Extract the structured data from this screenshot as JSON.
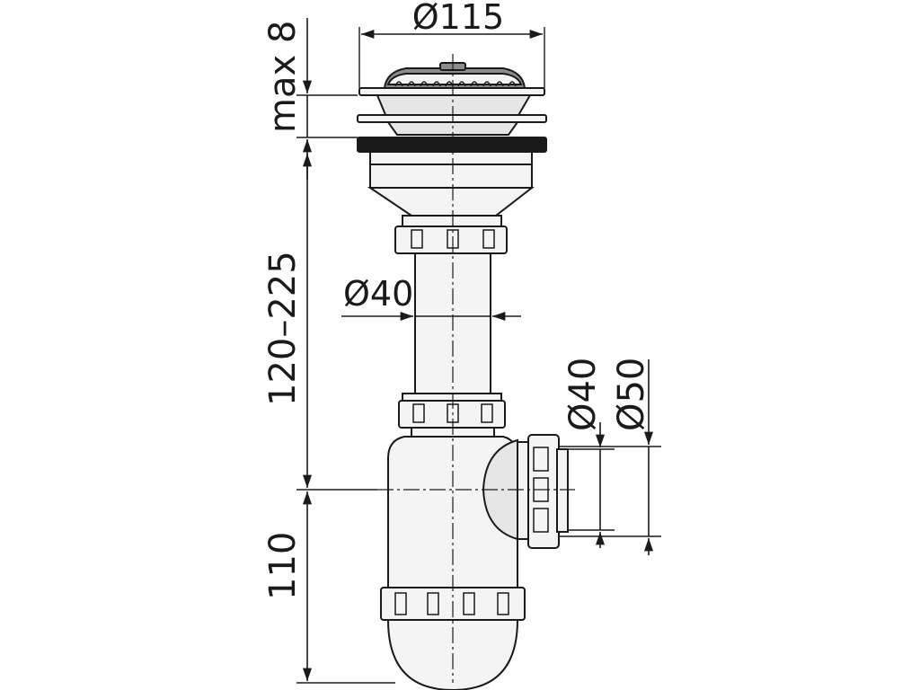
{
  "dimensions": {
    "strainer_diameter": "Ø115",
    "max_thickness": "max 8",
    "tube_height_range": "120–225",
    "tube_diameter": "Ø40",
    "trap_height": "110",
    "outlet_inner_diameter": "Ø40",
    "outlet_outer_diameter": "Ø50"
  }
}
